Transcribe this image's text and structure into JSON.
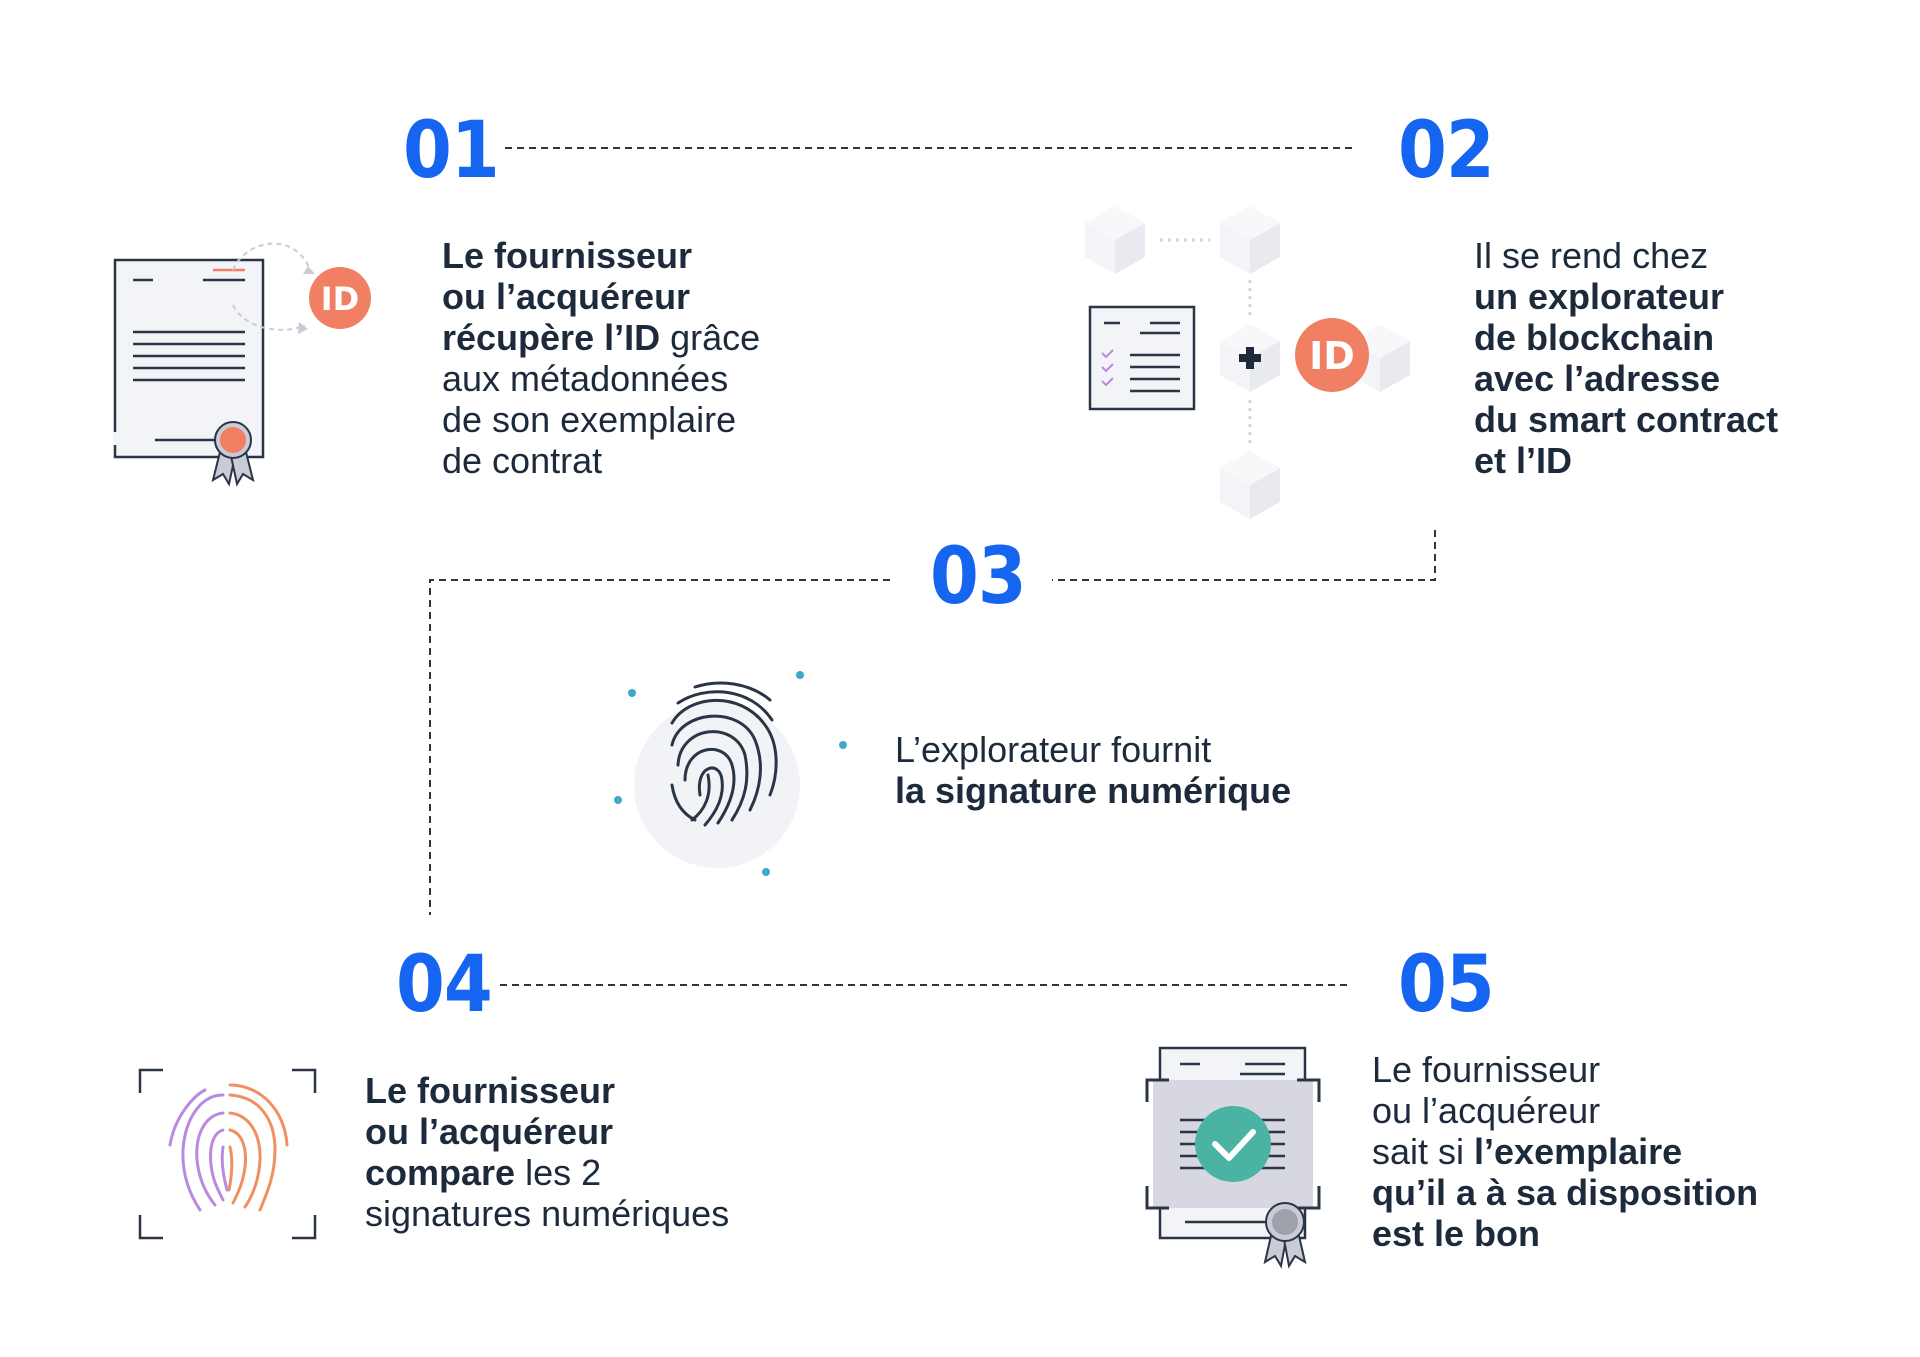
{
  "colors": {
    "step_number": "#1565f0",
    "text": "#1d2a3c",
    "id_badge": "#f07f63",
    "check_badge": "#4ab3a4",
    "dot_accent": "#3fa9c9",
    "fingerprint_purple": "#b98ae0",
    "fingerprint_orange": "#f0905f"
  },
  "steps": [
    {
      "number": "01",
      "lines": [
        [
          {
            "t": "Le fournisseur",
            "b": true
          }
        ],
        [
          {
            "t": "ou l’acquéreur",
            "b": true
          }
        ],
        [
          {
            "t": "récupère l’ID",
            "b": true
          },
          {
            "t": " grâce",
            "b": false
          }
        ],
        [
          {
            "t": "aux métadonnées",
            "b": false
          }
        ],
        [
          {
            "t": "de son exemplaire",
            "b": false
          }
        ],
        [
          {
            "t": "de contrat",
            "b": false
          }
        ]
      ],
      "icon_badge": "ID"
    },
    {
      "number": "02",
      "lines": [
        [
          {
            "t": "Il se rend chez",
            "b": false
          }
        ],
        [
          {
            "t": "un explorateur",
            "b": true
          }
        ],
        [
          {
            "t": "de blockchain",
            "b": true
          }
        ],
        [
          {
            "t": "avec l’adresse",
            "b": true
          }
        ],
        [
          {
            "t": "du smart contract",
            "b": true
          }
        ],
        [
          {
            "t": "et l’ID",
            "b": true
          }
        ]
      ],
      "icon_badge": "ID"
    },
    {
      "number": "03",
      "lines": [
        [
          {
            "t": "L’explorateur fournit",
            "b": false
          }
        ],
        [
          {
            "t": "la signature numérique",
            "b": true
          }
        ]
      ]
    },
    {
      "number": "04",
      "lines": [
        [
          {
            "t": "Le fournisseur",
            "b": true
          }
        ],
        [
          {
            "t": "ou l’acquéreur",
            "b": true
          }
        ],
        [
          {
            "t": "compare",
            "b": true
          },
          {
            "t": " les 2",
            "b": false
          }
        ],
        [
          {
            "t": "signatures numériques",
            "b": false
          }
        ]
      ]
    },
    {
      "number": "05",
      "lines": [
        [
          {
            "t": "Le fournisseur",
            "b": false
          }
        ],
        [
          {
            "t": "ou l’acquéreur",
            "b": false
          }
        ],
        [
          {
            "t": "sait si ",
            "b": false
          },
          {
            "t": "l’exemplaire",
            "b": true
          }
        ],
        [
          {
            "t": "qu’il a à sa disposition",
            "b": true
          }
        ],
        [
          {
            "t": "est le bon",
            "b": true
          }
        ]
      ]
    }
  ],
  "icons": {
    "step1": [
      "contract-document-icon",
      "award-ribbon-icon",
      "id-badge-icon",
      "arrow-circular-icon"
    ],
    "step2": [
      "blockchain-cube-icon",
      "checklist-document-icon",
      "plus-icon",
      "id-badge-icon"
    ],
    "step3": [
      "fingerprint-icon"
    ],
    "step4": [
      "fingerprint-scan-icon"
    ],
    "step5": [
      "verified-document-icon",
      "check-icon",
      "award-ribbon-icon"
    ]
  }
}
